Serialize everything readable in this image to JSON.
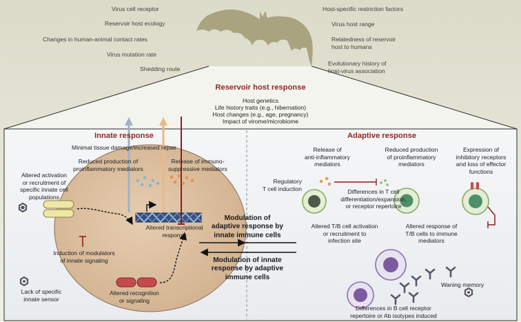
{
  "factors_left": [
    "Virus cell receptor",
    "Reservoir host ecology",
    "Changes in human-animal contact rates",
    "Virus mutation rate",
    "Shedding route"
  ],
  "factors_right": [
    "Host-specific restriction factors",
    "Virus host range",
    "Relatedness of reservoir\nhost to humans",
    "Evolutionary history of\nhost-virus association"
  ],
  "reservoir": {
    "title": "Reservoir host response",
    "items": [
      "Host genetics",
      "Life history traits (e.g., hibernation)",
      "Host changes (e.g., age, pregnancy)",
      "Impact of virome/microbiome"
    ]
  },
  "innate": {
    "title": "Innate response",
    "subtitle": "Minimal tissue damage/increased repair",
    "reduced_proinflammatory": "Reduced production of\nproinflammatory mediators",
    "release_immunosuppressive": "Release of immuno-\nsuppressive mediators",
    "altered_activation": "Altered activation\nor recruitment of\nspecific innate cell\npopulations",
    "altered_transcriptional": "Altered transcriptional\nresponse",
    "induction_modulators": "Induction of modulators\nof innate signaling",
    "lack_sensor": "Lack of specific\ninnate sensor",
    "altered_recognition": "Altered recognition\nor signaling"
  },
  "modulation": {
    "adaptive_by_innate": "Modulation of\nadaptive response by\ninnate immune cells",
    "innate_by_adaptive": "Modulation of innate\nresponse by adaptive\nimmune cells"
  },
  "adaptive": {
    "title": "Adaptive response",
    "release_antiinflammatory": "Release of\nanti-inflammatory\nmediators",
    "reduced_proinflammatory": "Reduced production\nof proinflammatory\nmediators",
    "inhibitory_receptors": "Expression of\ninhibitory receptors\nand loss of effector\nfunctions",
    "regulatory_t": "Regulatory\nT cell induction",
    "t_cell_differences": "Differences in T cell\ndifferentiation/expansion,\nor receptor repertoire",
    "altered_tb_activation": "Altered T/B cell activation\nor recruitment to\ninfection site",
    "altered_tb_response": "Altered response of\nT/B cells to immune\nmediators",
    "waning_memory": "Waning memory",
    "b_cell_differences": "Differences in B cell receptor\nrepertoire or Ab isotypes induced"
  },
  "colors": {
    "background_top": "#d9d8c5",
    "bat": "#a9a37f",
    "panel_bg": "#eef0f2",
    "title_red": "#8e2a25",
    "cell_fill": "#d8bb9b",
    "arrow_blue": "#9bb3c5",
    "arrow_orange": "#eab888",
    "inhibit_red": "#8c1d1d",
    "tcell_green": "#86a865",
    "bcell_purple": "#8a6fa8",
    "antibody_gray": "#5b566a"
  },
  "icons": [
    "bat-silhouette",
    "virus-icon",
    "dna-icon",
    "antibody-icon",
    "t-cell-icon",
    "b-cell-icon",
    "receptor-icon",
    "cytokine-dots"
  ]
}
